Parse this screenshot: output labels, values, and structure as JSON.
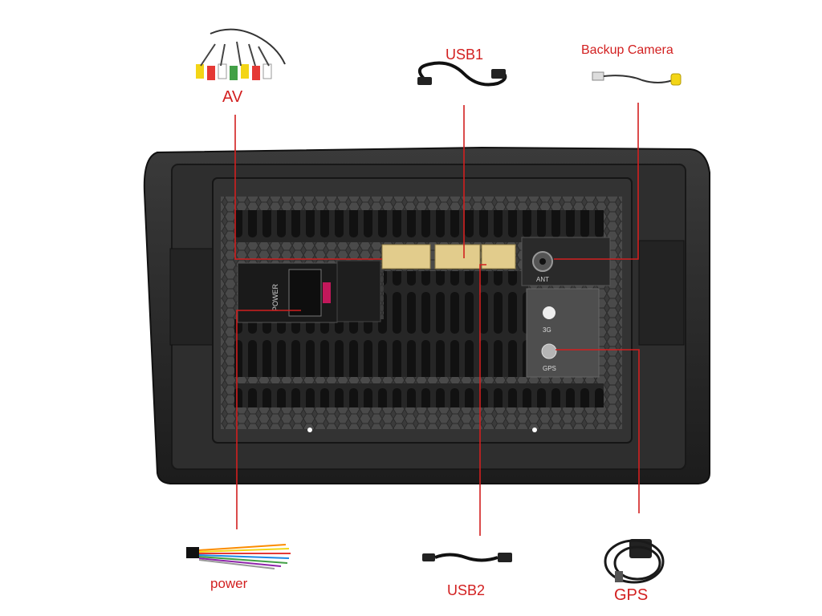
{
  "labels": {
    "av": "AV",
    "usb1": "USB1",
    "backup_camera": "Backup Camera",
    "power": "power",
    "usb2": "USB2",
    "gps": "GPS"
  },
  "unit_markings": {
    "power_port": "POWER",
    "antenna_port": "ANT",
    "port_3g": "3G",
    "gps_port": "GPS"
  },
  "colors": {
    "callout": "#d21f1f",
    "housing": "#2a2a2a",
    "connector": "#e2cc8c"
  }
}
